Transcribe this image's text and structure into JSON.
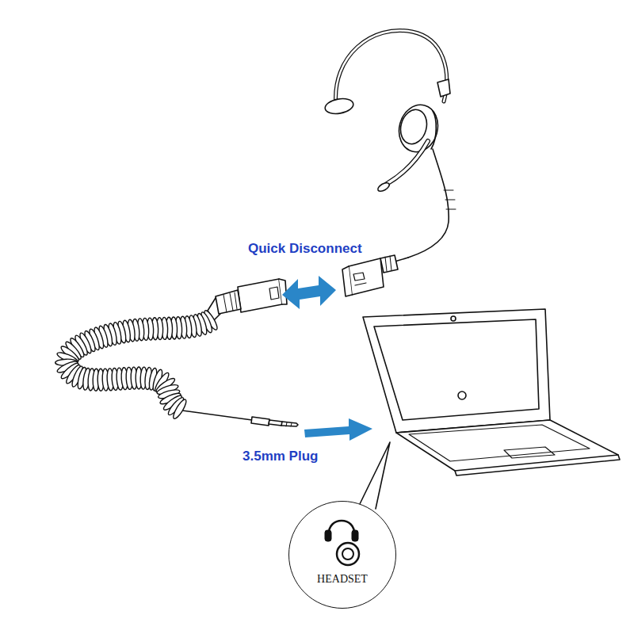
{
  "diagram": {
    "nodes": [
      {
        "text": [
          "HEADSET"
        ]
      }
    ],
    "labels": [
      "Quick Disconnect",
      "3.5mm Plug"
    ]
  }
}
